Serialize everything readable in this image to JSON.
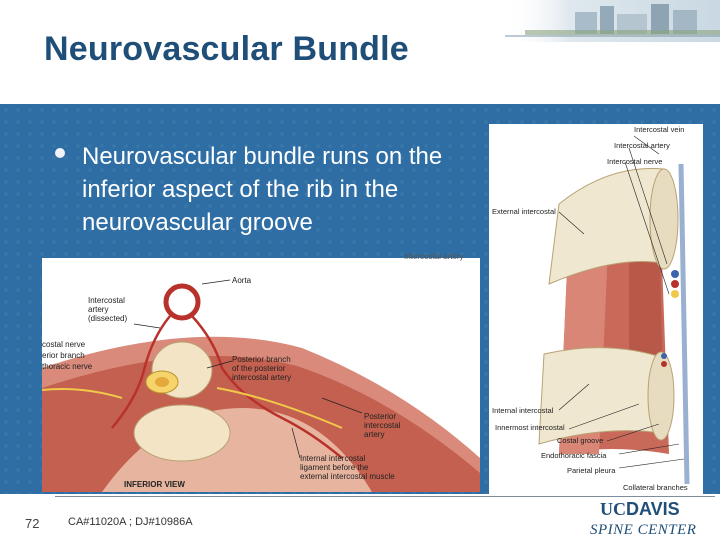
{
  "slide": {
    "title": "Neurovascular Bundle",
    "bullet": "Neurovascular bundle runs on the inferior aspect of the rib in the neurovascular groove",
    "page_number": "72",
    "footnote": "CA#11020A ; DJ#10986A"
  },
  "logo": {
    "line1_uc": "UC",
    "line1_davis": "DAVIS",
    "line2": "SPINE CENTER"
  },
  "figure_left": {
    "labels": {
      "aorta": "Aorta",
      "intercostal_artery": "Intercostal\nartery\n(dissected)",
      "costal_nerve": "costal nerve",
      "erior_branch": "erior branch",
      "thoracic_nerve": "thoracic nerve",
      "posterior_branch": "Posterior branch\nof the posterior\nintercostal artery",
      "posterior_intercostal": "Posterior\nintercostal\nartery",
      "internal_ligament": "Internal intercostal\nligament before the\nexternal intercostal muscle",
      "inferior_view": "INFERIOR VIEW",
      "top_cut": "Intercostal artery"
    }
  },
  "figure_right": {
    "labels": {
      "intercostal_vein": "Intercostal vein",
      "intercostal_artery": "Intercostal artery",
      "intercostal_nerve": "Intercostal nerve",
      "external_intercostal": "External intercostal",
      "internal_intercostal": "Internal intercostal",
      "innermost_intercostal": "Innermost intercostal",
      "costal_groove": "Costal groove",
      "endothoracic_fascia": "Endothoracic fascia",
      "parietal_pleura": "Parietal pleura",
      "collateral_branches": "Collateral branches"
    }
  },
  "colors": {
    "title": "#1f4e79",
    "band": "#2e6ea4",
    "muscle": "#c9695a",
    "bone": "#efe7cf",
    "artery": "#b8322b"
  }
}
